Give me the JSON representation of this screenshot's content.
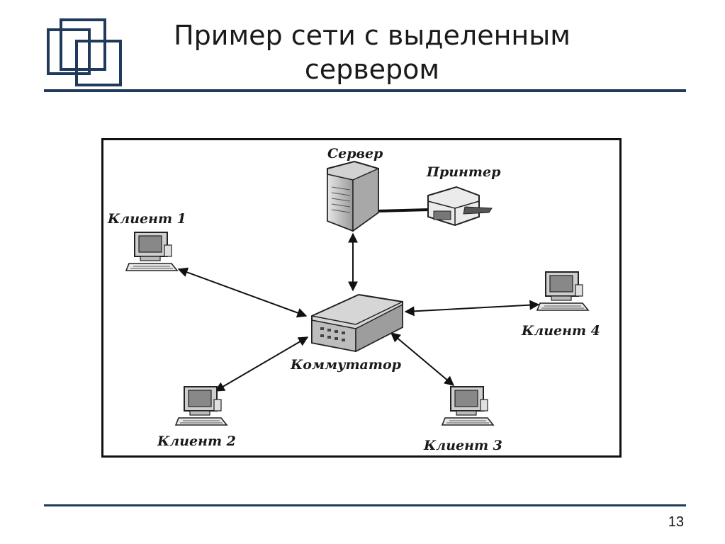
{
  "slide": {
    "title_line1": "Пример сети с выделенным",
    "title_line2": "сервером",
    "page_number": "13",
    "accent_color": "#1f3a5c"
  },
  "diagram": {
    "server_label": "Сервер",
    "printer_label": "Принтер",
    "switch_label": "Коммутатор",
    "client1_label": "Клиент 1",
    "client2_label": "Клиент 2",
    "client3_label": "Клиент 3",
    "client4_label": "Клиент 4",
    "icons": [
      "server-icon",
      "printer-icon",
      "switch-icon",
      "computer-icon"
    ]
  }
}
